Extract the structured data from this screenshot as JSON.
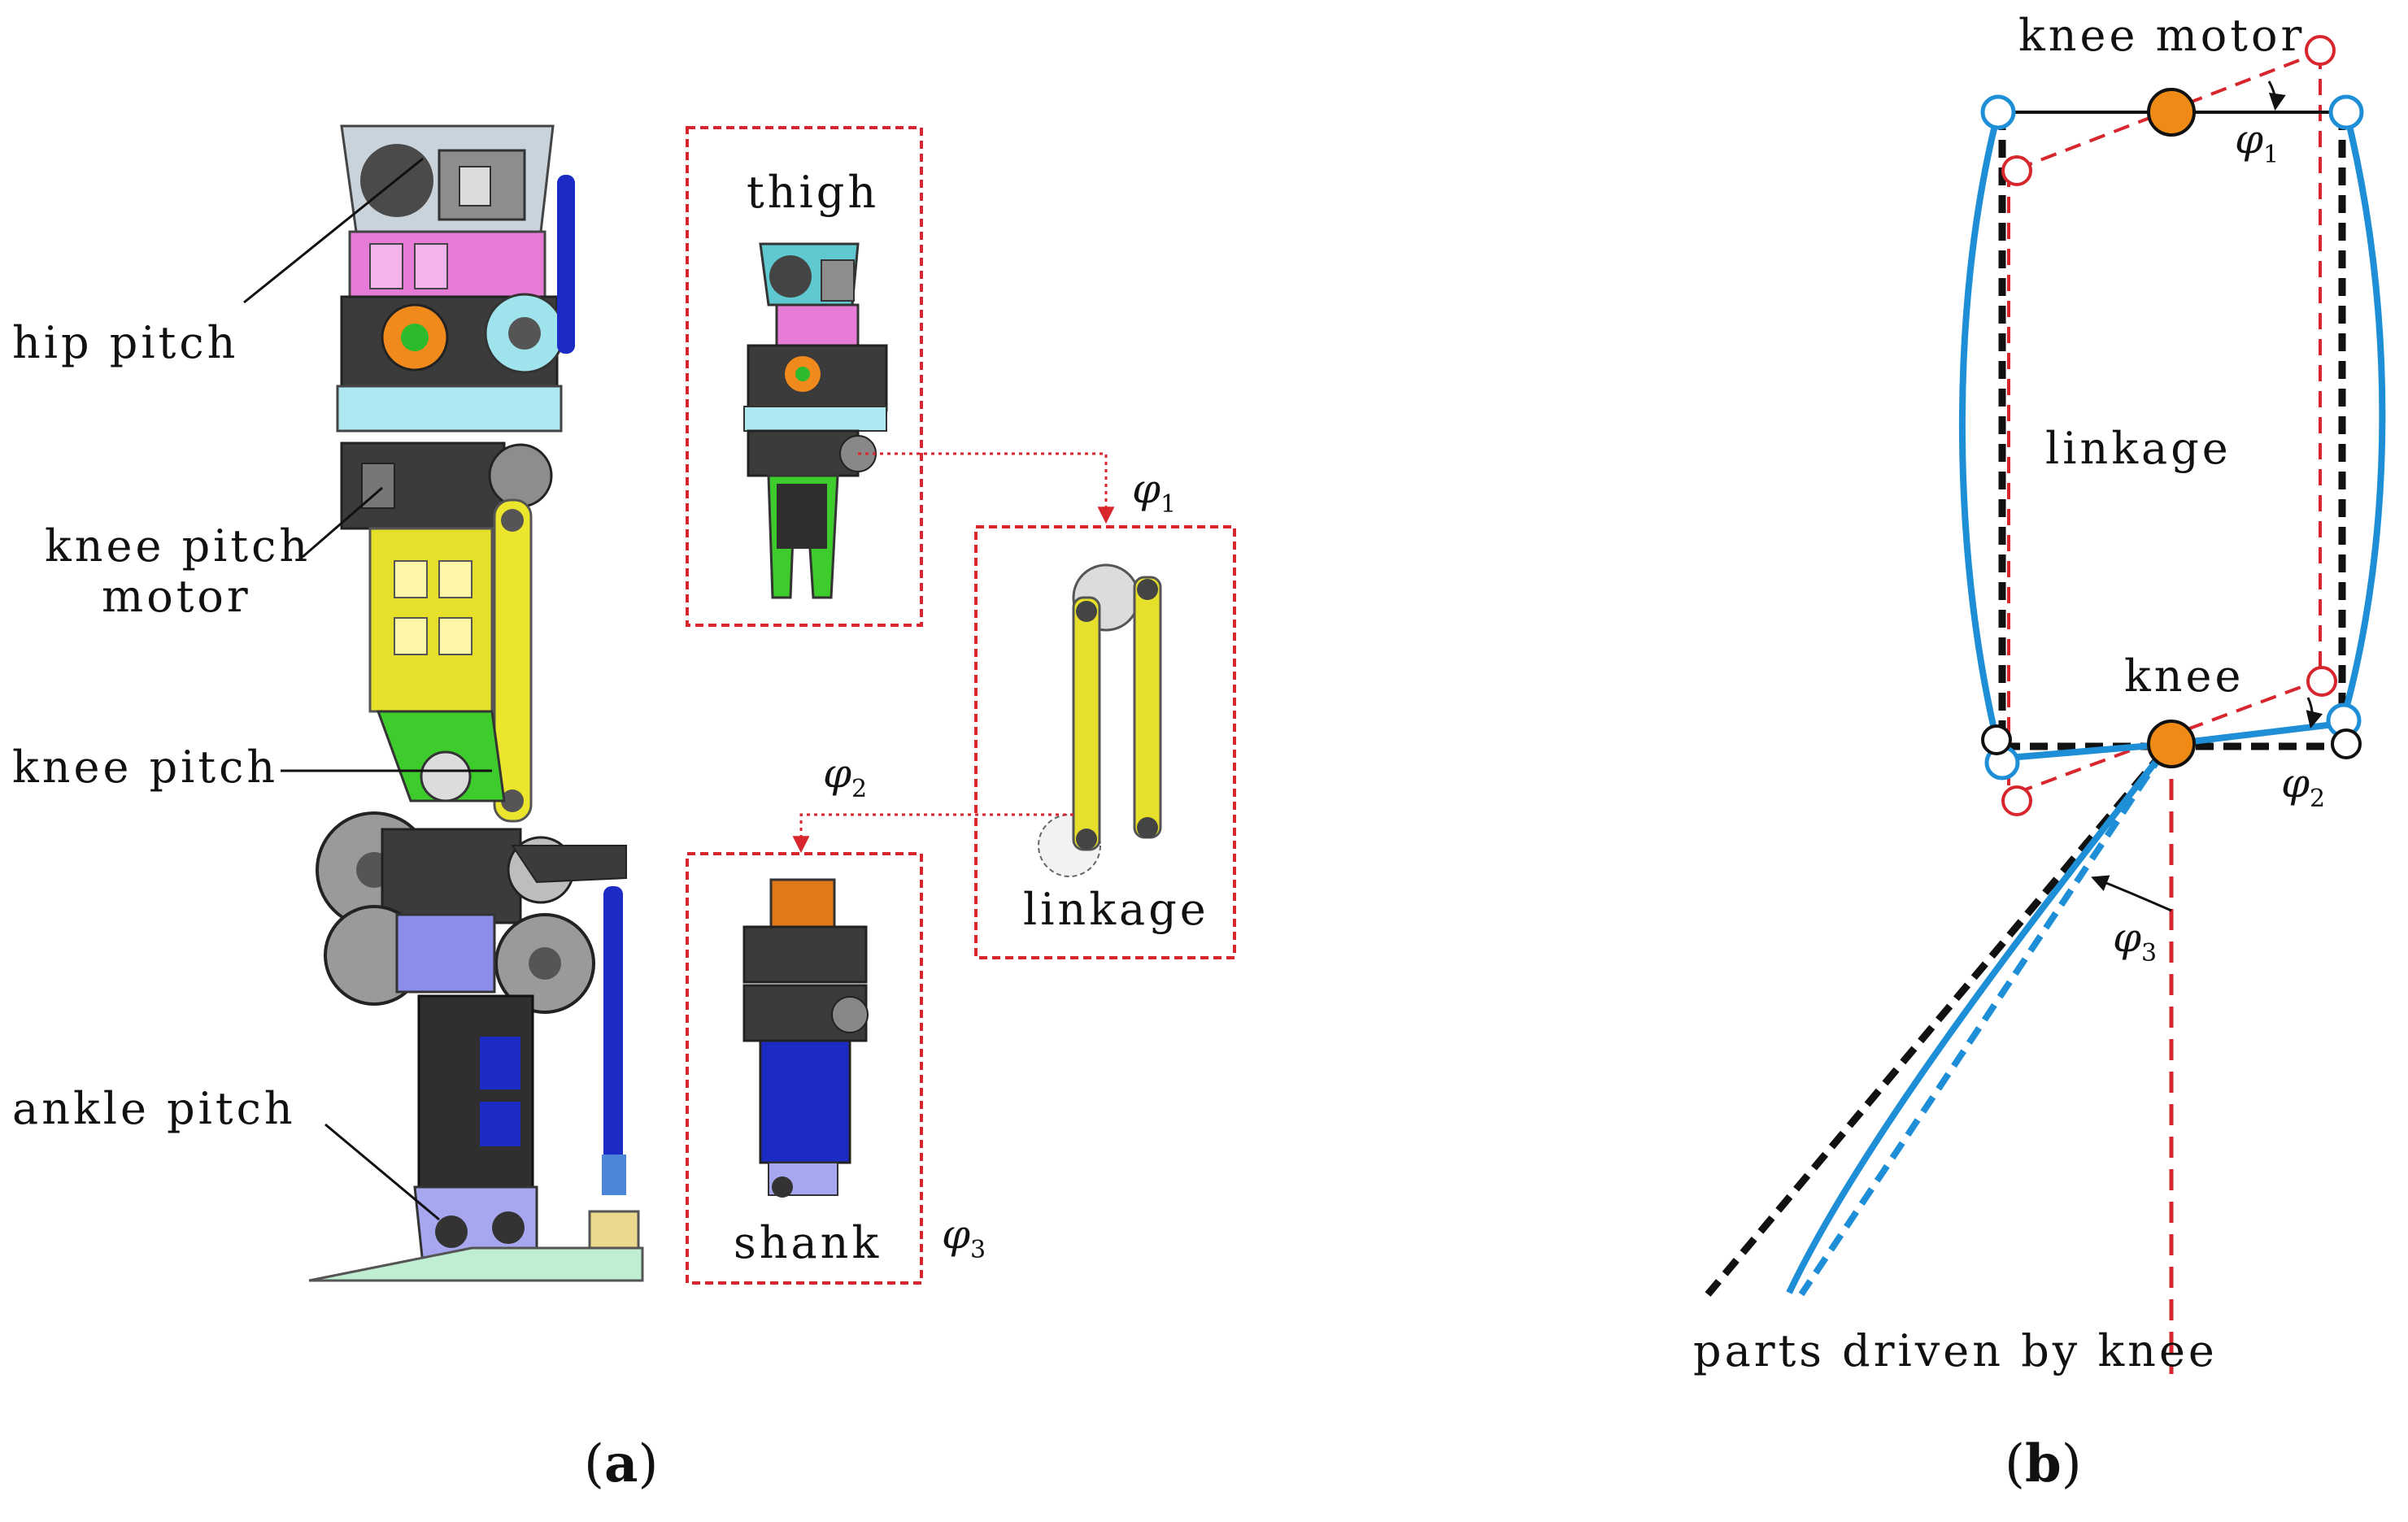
{
  "panel_a": {
    "labels": {
      "hip_pitch": "hip pitch",
      "knee_pitch_motor_line1": "knee pitch",
      "knee_pitch_motor_line2": "motor",
      "knee_pitch": "knee pitch",
      "ankle_pitch": "ankle pitch",
      "thigh": "thigh",
      "linkage": "linkage",
      "shank": "shank"
    },
    "phi1": "φ",
    "phi1_sub": "1",
    "phi2": "φ",
    "phi2_sub": "2",
    "phi3": "φ",
    "phi3_sub": "3",
    "caption": {
      "open": "(",
      "letter": "a",
      "close": ")"
    }
  },
  "panel_b": {
    "labels": {
      "knee_motor": "knee motor",
      "linkage": "linkage",
      "knee": "knee",
      "parts_driven": "parts driven by knee"
    },
    "phi1": "φ",
    "phi1_sub": "1",
    "phi2": "φ",
    "phi2_sub": "2",
    "phi3": "φ",
    "phi3_sub": "3",
    "caption": {
      "open": "(",
      "letter": "b",
      "close": ")"
    }
  },
  "colors": {
    "accent_blue": "#1e8fd6",
    "dashed_red": "#d8262e",
    "joint_orange": "#ef8a17",
    "link_yellow": "#e6e02a",
    "thigh_pink": "#e77bd8",
    "shank_navy": "#1c2bc4",
    "knee_green": "#3ecb2c"
  }
}
